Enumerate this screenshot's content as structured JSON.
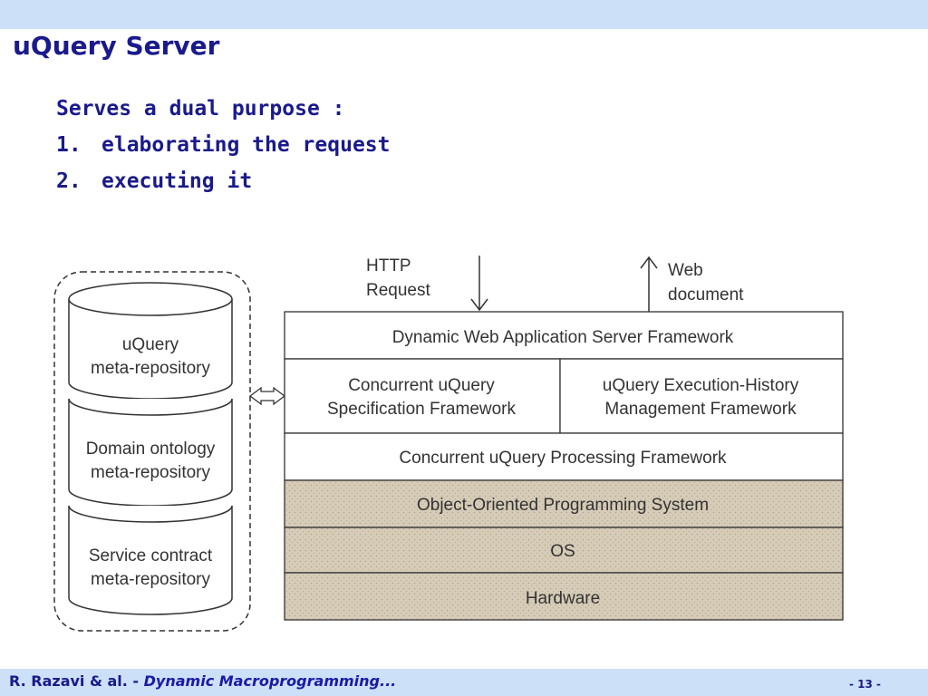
{
  "slide": {
    "title": "uQuery Server",
    "intro": "Serves a dual purpose :",
    "items": [
      {
        "num": "1.",
        "text": "elaborating the request"
      },
      {
        "num": "2.",
        "text": "executing it"
      }
    ]
  },
  "diagram": {
    "input_label": [
      "HTTP",
      "Request"
    ],
    "output_label": [
      "Web",
      "document"
    ],
    "layers": {
      "top": "Dynamic Web Application Server Framework",
      "left_spec": [
        "Concurrent uQuery",
        "Specification Framework"
      ],
      "right_history": [
        "uQuery Execution-History",
        "Management Framework"
      ],
      "processing": "Concurrent uQuery Processing Framework",
      "oops": "Object-Oriented Programming System",
      "os": "OS",
      "hardware": "Hardware"
    },
    "repositories": [
      [
        "uQuery",
        "meta-repository"
      ],
      [
        "Domain ontology",
        "meta-repository"
      ],
      [
        "Service contract",
        "meta-repository"
      ]
    ]
  },
  "footer": {
    "authors": "R. Razavi & al. - ",
    "subtitle": "Dynamic Macroprogramming...",
    "page": "- 13 -"
  },
  "colors": {
    "title": "#1a1a8c",
    "bar": "#cce0f8",
    "hatch_fill": "#d8cfbe"
  }
}
